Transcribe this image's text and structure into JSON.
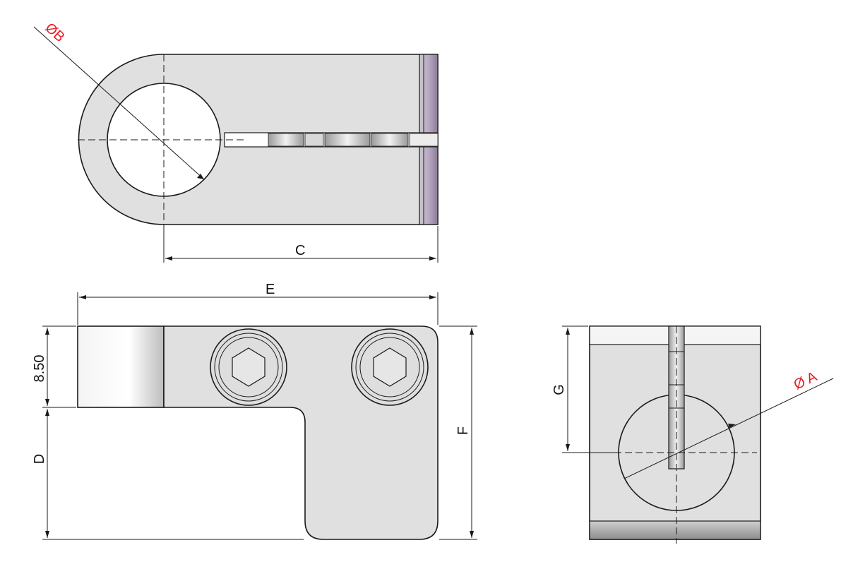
{
  "labels": {
    "phi_b": "ØB",
    "c": "C",
    "e": "E",
    "thickness": "8.50",
    "d": "D",
    "f": "F",
    "g": "G",
    "phi_a": "Ø A"
  },
  "colors": {
    "dimension_callout": "#e8202a",
    "body_fill": "#e0e0e0",
    "outline": "#1a1a1a",
    "accent_face": "#b9a9c4"
  }
}
